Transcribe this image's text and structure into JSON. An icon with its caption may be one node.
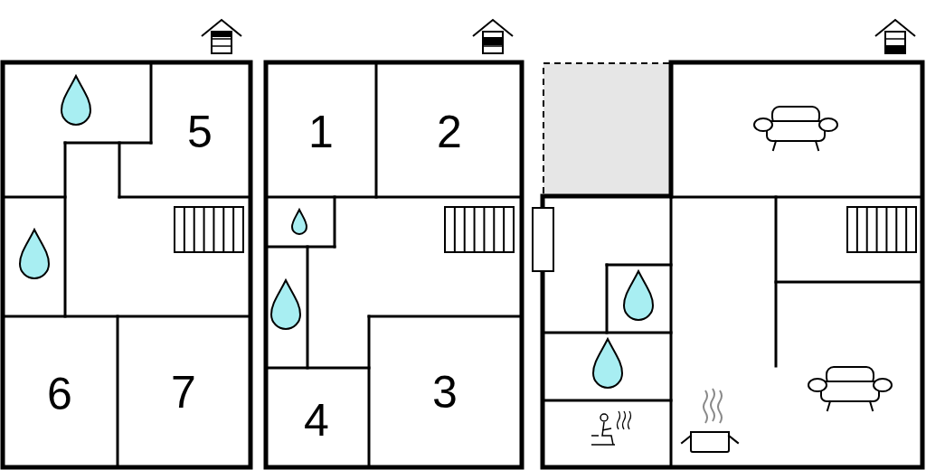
{
  "diagram": {
    "labels": [
      "5",
      "1",
      "2",
      "6",
      "7",
      "3",
      "4"
    ]
  }
}
